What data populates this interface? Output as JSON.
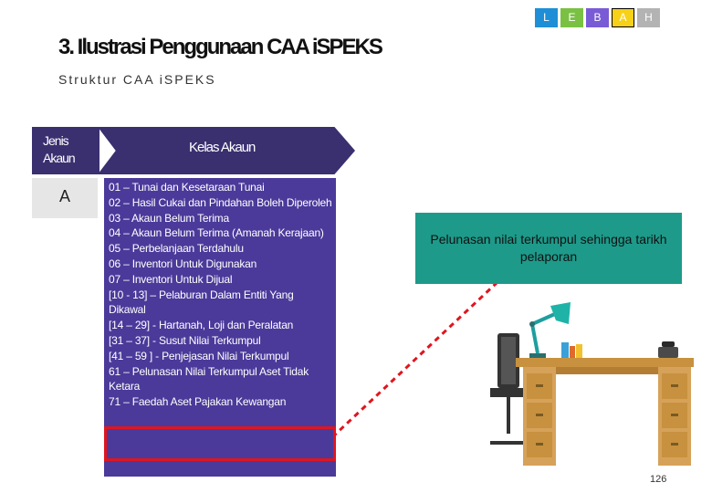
{
  "tabs": [
    {
      "label": "L",
      "color": "#1e8fd6"
    },
    {
      "label": "E",
      "color": "#7ac143"
    },
    {
      "label": "B",
      "color": "#7a5bd6"
    },
    {
      "label": "A",
      "color": "#f7d117"
    },
    {
      "label": "H",
      "color": "#b3b3b3"
    }
  ],
  "active_tab": "A",
  "title": "3. Ilustrasi Penggunaan CAA iSPEKS",
  "subtitle": "Struktur CAA iSPEKS",
  "table": {
    "col1_header": "Jenis Akaun",
    "col2_header": "Kelas Akaun",
    "col1_value": "A",
    "items": [
      "01 – Tunai dan Kesetaraan Tunai",
      "02 – Hasil Cukai dan Pindahan Boleh Diperoleh",
      "03 – Akaun Belum Terima",
      "04 – Akaun Belum Terima (Amanah Kerajaan)",
      "05 – Perbelanjaan Terdahulu",
      "06 – Inventori Untuk Digunakan",
      "07 – Inventori Untuk Dijual",
      "[10 - 13] – Pelaburan Dalam Entiti Yang Dikawal",
      "[14 – 29] - Hartanah, Loji dan Peralatan",
      "[31 – 37] - Susut Nilai Terkumpul",
      "[41 – 59 ] - Penjejasan Nilai Terkumpul",
      "61 – Pelunasan Nilai Terkumpul Aset Tidak Ketara",
      "71 – Faedah Aset Pajakan Kewangan"
    ]
  },
  "note": "Pelunasan nilai terkumpul sehingga tarikh pelaporan",
  "page_number": "126"
}
